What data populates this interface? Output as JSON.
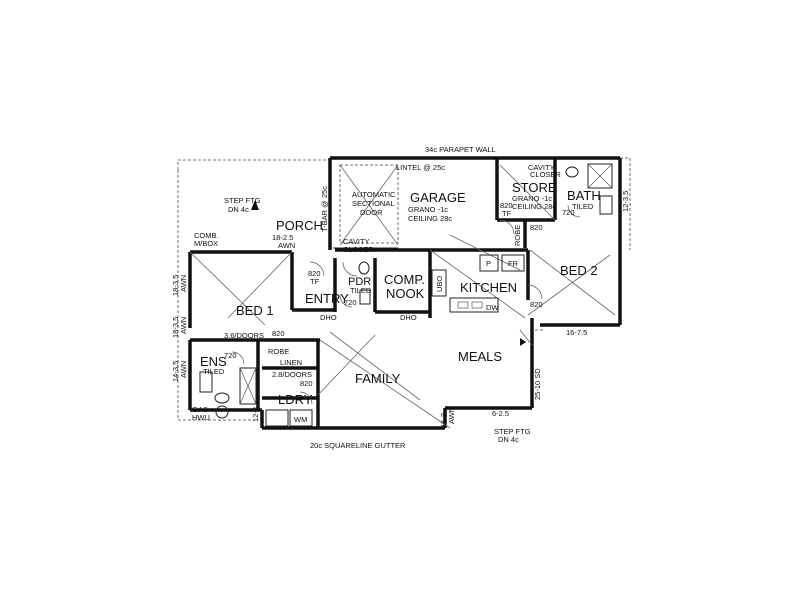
{
  "rooms": {
    "garage": "GARAGE",
    "garage_floor": "GRANO -1c",
    "garage_ceiling": "CEILING 28c",
    "store": "STORE",
    "store_floor": "GRANO -1c",
    "store_ceiling": "CEILING 28c",
    "bath": "BATH",
    "bath_tiled": "TILED",
    "porch": "PORCH",
    "entry": "ENTRY",
    "pdr": "PDR",
    "pdr_tiled": "TILED",
    "comp_nook_1": "COMP.",
    "comp_nook_2": "NOOK",
    "kitchen": "KITCHEN",
    "bed1": "BED 1",
    "bed2": "BED 2",
    "ens": "ENS",
    "ens_tiled": "TILED",
    "meals": "MEALS",
    "family": "FAMILY",
    "ldry": "LDRY"
  },
  "notes": {
    "parapet": "34c PARAPET WALL",
    "lintel": "LINTEL @ 25c",
    "auto_door_1": "AUTOMATIC",
    "auto_door_2": "SECTIONAL",
    "auto_door_3": "DOOR",
    "tbar": "T-BAR @ 25c",
    "cavity_closer_1": "CAVITY",
    "cavity_closer_2": "CLOSER",
    "cavity_closer_3": "CAVITY",
    "cavity_closer_4": "CLOSER",
    "step_ftg_1": "STEP FTG",
    "step_ftg_1b": "DN 4c",
    "step_ftg_2": "STEP FTG",
    "step_ftg_2b": "DN 4c",
    "comb_mbox_1": "COMB.",
    "comb_mbox_2": "M/BOX",
    "porch_awn_1": "18-2.5",
    "porch_awn_2": "AWN",
    "d820_tf_1": "820",
    "tf_1": "TF",
    "d820_tf_2": "820",
    "tf_2": "TF",
    "d720_1": "720",
    "d720_2": "720",
    "d720_3": "720",
    "d820_a": "820",
    "d820_b": "820",
    "d820_c": "820",
    "d820_d": "820",
    "dho_1": "DHO",
    "dho_2": "DHO",
    "robe_1": "ROBE",
    "robe_2": "ROBE",
    "linen": "LINEN",
    "sdoors_1": "3.6/DOORS",
    "sdoors_2": "2.8/DOORS",
    "w_18_35_a": "18-3.5",
    "w_awn_a": "AWN",
    "w_18_35_b": "18-3.5",
    "w_awn_b": "AWN",
    "w_14_35": "14-3.5",
    "w_awn_c": "AWN",
    "gas_hwu_1": "GAS",
    "gas_hwu_2": "HWU",
    "w_12_3": "12-3",
    "w_12_35": "12-3.5",
    "w_16_75": "16-7.5",
    "sd": "25-10 SD",
    "w_16_3": "16-3",
    "w_awn_d": "AWN",
    "w_6_25": "6-2.5",
    "gutter": "20c SQUARELINE GUTTER",
    "ubo": "UBO",
    "p": "P",
    "fr": "FR",
    "dw": "DW",
    "wm": "WM"
  }
}
